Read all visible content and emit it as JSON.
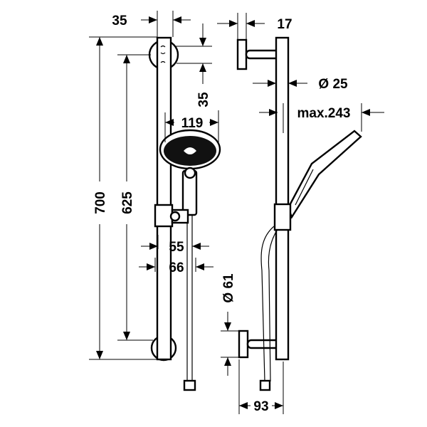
{
  "title": "Shower rail set dimension drawing",
  "colors": {
    "line": "#000000",
    "background": "#ffffff"
  },
  "dimensions": {
    "top_offset": "35",
    "bracket_spacing": "35",
    "wall_distance": "17",
    "rail_diameter": "Ø 25",
    "max_projection": "max.243",
    "head_diameter": "119",
    "total_height": "700",
    "bracket_span": "625",
    "slider_width": "55",
    "slider_overall": "66",
    "bracket_diameter": "Ø 61",
    "bracket_depth": "93"
  }
}
